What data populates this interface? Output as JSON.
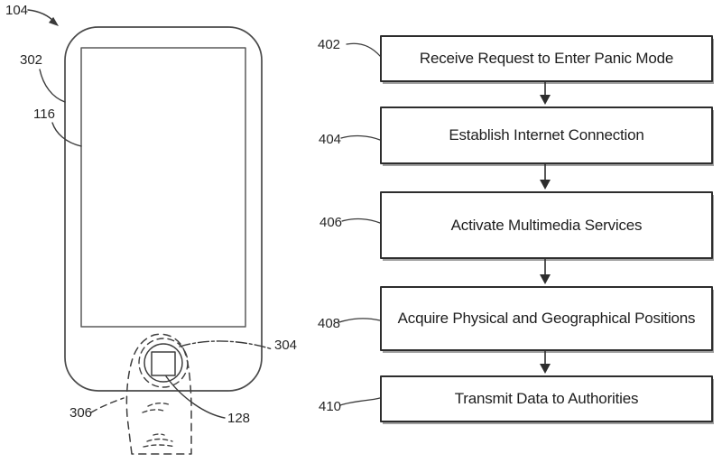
{
  "device": {
    "ref_labels": {
      "phone": "104",
      "housing_edge": "302",
      "display": "116",
      "sensor_ring": "304",
      "sensor": "128",
      "finger": "306"
    }
  },
  "flowchart": {
    "steps": [
      {
        "ref": "402",
        "label": "Receive Request to Enter Panic Mode"
      },
      {
        "ref": "404",
        "label": "Establish Internet Connection"
      },
      {
        "ref": "406",
        "label": "Activate Multimedia Services"
      },
      {
        "ref": "408",
        "label": "Acquire Physical and Geographical Positions"
      },
      {
        "ref": "410",
        "label": "Transmit Data to Authorities"
      }
    ]
  },
  "colors": {
    "ink": "#2e2e2e",
    "line_gray": "#4a4a4a",
    "background": "#ffffff"
  }
}
